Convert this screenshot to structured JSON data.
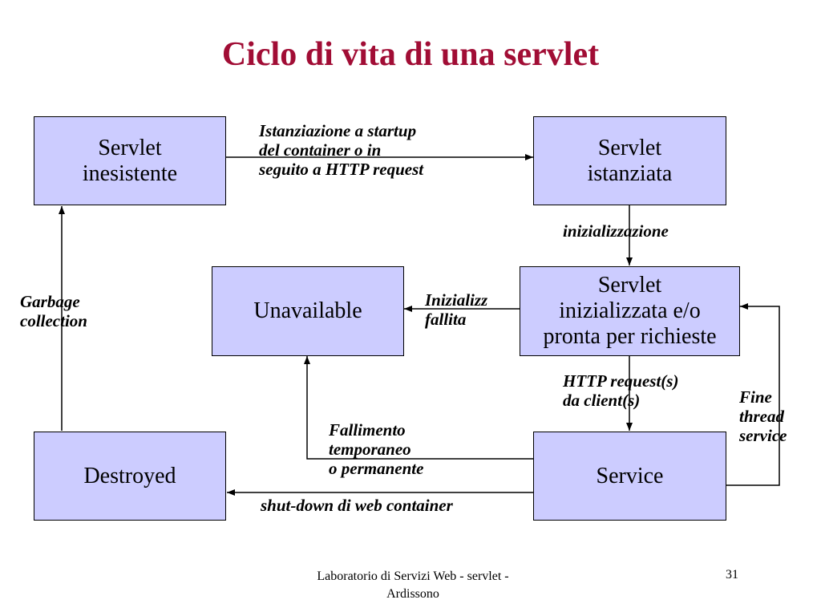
{
  "slide": {
    "title": "Ciclo di vita di una servlet",
    "footer": "Laboratorio di Servizi Web - servlet -\nArdissono",
    "page_number": "31"
  },
  "states": {
    "inesistente": "Servlet\ninesistente",
    "istanziata": "Servlet\nistanziata",
    "unavailable": "Unavailable",
    "inizializzata": "Servlet\ninizializzata e/o\npronta per richieste",
    "destroyed": "Destroyed",
    "service": "Service"
  },
  "transitions": {
    "istanziazione": "Istanziazione a startup\ndel container o in\nseguito a HTTP request",
    "inizializzazione": "inizializzazione",
    "init_fallita": "Inizializz\nfallita",
    "garbage": "Garbage\ncollection",
    "http_request": "HTTP request(s)\nda client(s)",
    "fine_thread": "Fine\nthread\nservice",
    "fallimento": "Fallimento\ntemporaneo\no permanente",
    "shutdown": "shut-down di web container"
  },
  "colors": {
    "title": "#a10d35",
    "box_fill": "#ccccff"
  }
}
